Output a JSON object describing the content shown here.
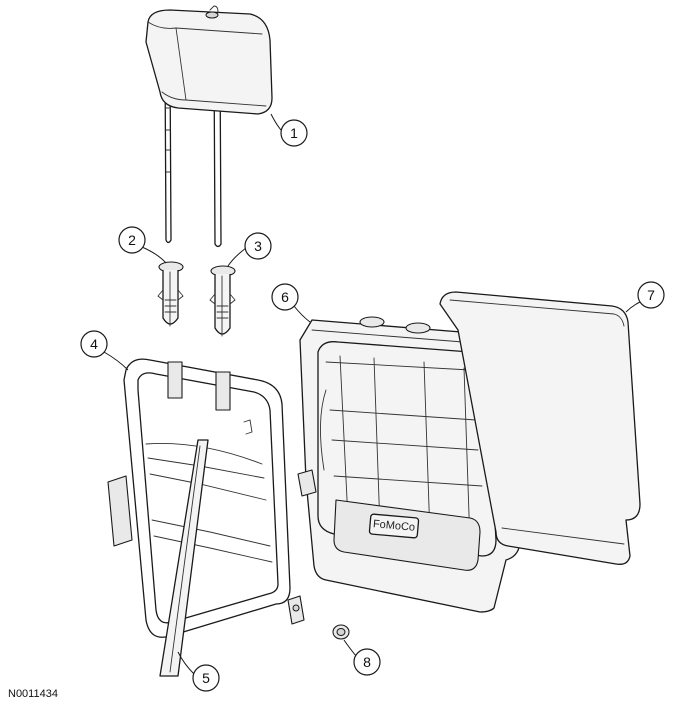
{
  "figure": {
    "id": "N0011434"
  },
  "callouts": [
    {
      "label": "1"
    },
    {
      "label": "2"
    },
    {
      "label": "3"
    },
    {
      "label": "4"
    },
    {
      "label": "5"
    },
    {
      "label": "6"
    },
    {
      "label": "7"
    },
    {
      "label": "8"
    }
  ],
  "logo_text": "FoMoCo",
  "colors": {
    "line": "#1a1a1a",
    "fill": "#f4f4f4",
    "background": "#ffffff"
  }
}
